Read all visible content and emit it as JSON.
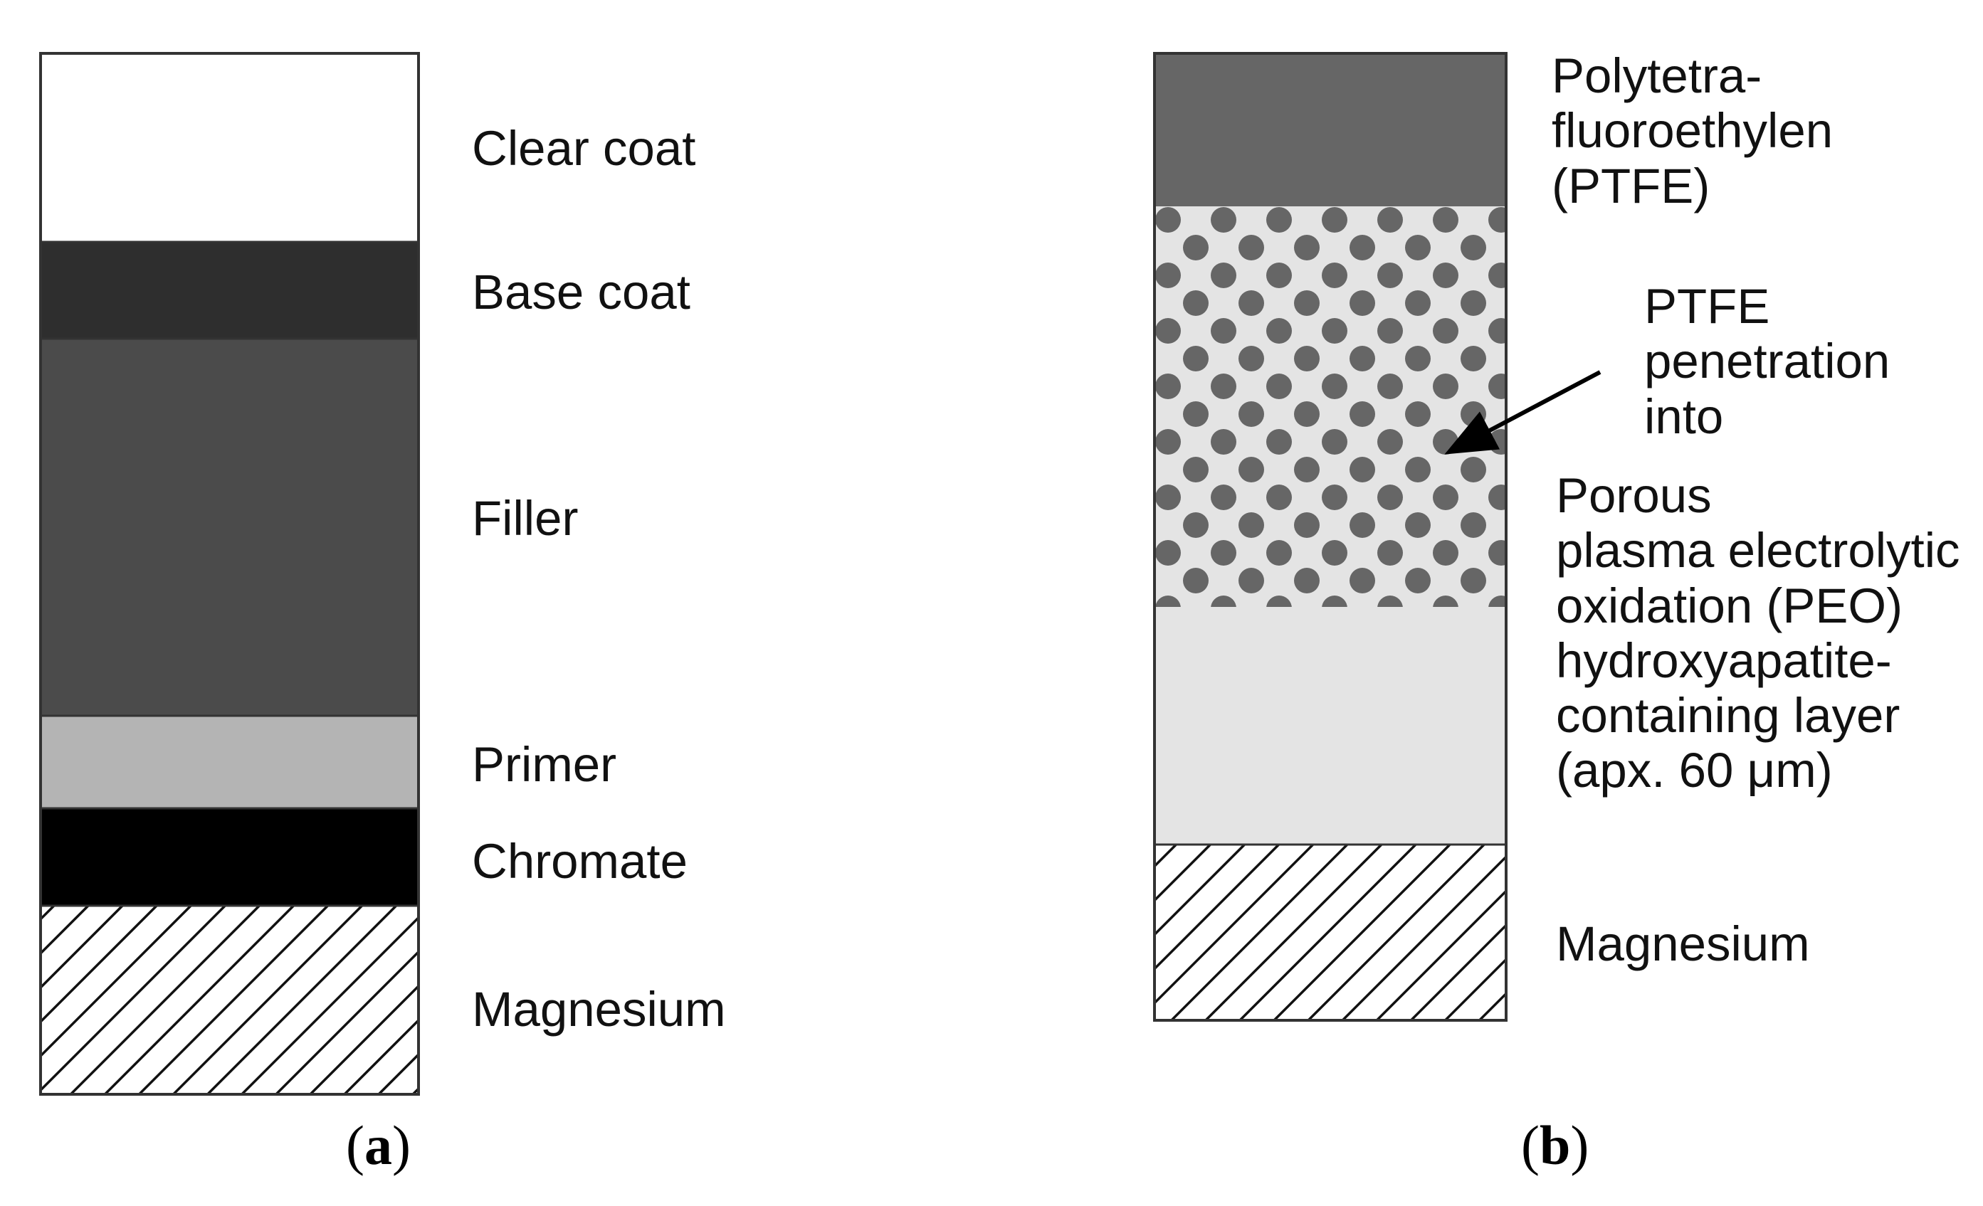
{
  "panel_a": {
    "caption_letter": "a",
    "layers": [
      {
        "label": "Clear coat",
        "color": "#ffffff"
      },
      {
        "label": "Base coat",
        "color": "#2e2e2e"
      },
      {
        "label": "Filler",
        "color": "#4b4b4b"
      },
      {
        "label": "Primer",
        "color": "#b4b4b4"
      },
      {
        "label": "Chromate",
        "color": "#000000"
      },
      {
        "label": "Magnesium",
        "fill": "diagonal-hatch"
      }
    ]
  },
  "panel_b": {
    "caption_letter": "b",
    "layers": [
      {
        "label_lines": [
          "Polytetra-",
          "fluoroethylen",
          "(PTFE)"
        ],
        "color": "#666666"
      },
      {
        "pattern": "dots",
        "dot_color": "#666666",
        "background": "#e4e4e4"
      },
      {
        "label_lines": [
          "Porous",
          "plasma electrolytic",
          "oxidation (PEO)",
          "hydroxyapatite-",
          "containing layer",
          "(apx. 60 μm)"
        ],
        "color": "#e4e4e4"
      },
      {
        "label_lines": [
          "Magnesium"
        ],
        "fill": "diagonal-hatch"
      }
    ],
    "annotation": {
      "lines": [
        "PTFE",
        "penetration",
        "into"
      ],
      "arrow": "points into dotted layer"
    }
  }
}
